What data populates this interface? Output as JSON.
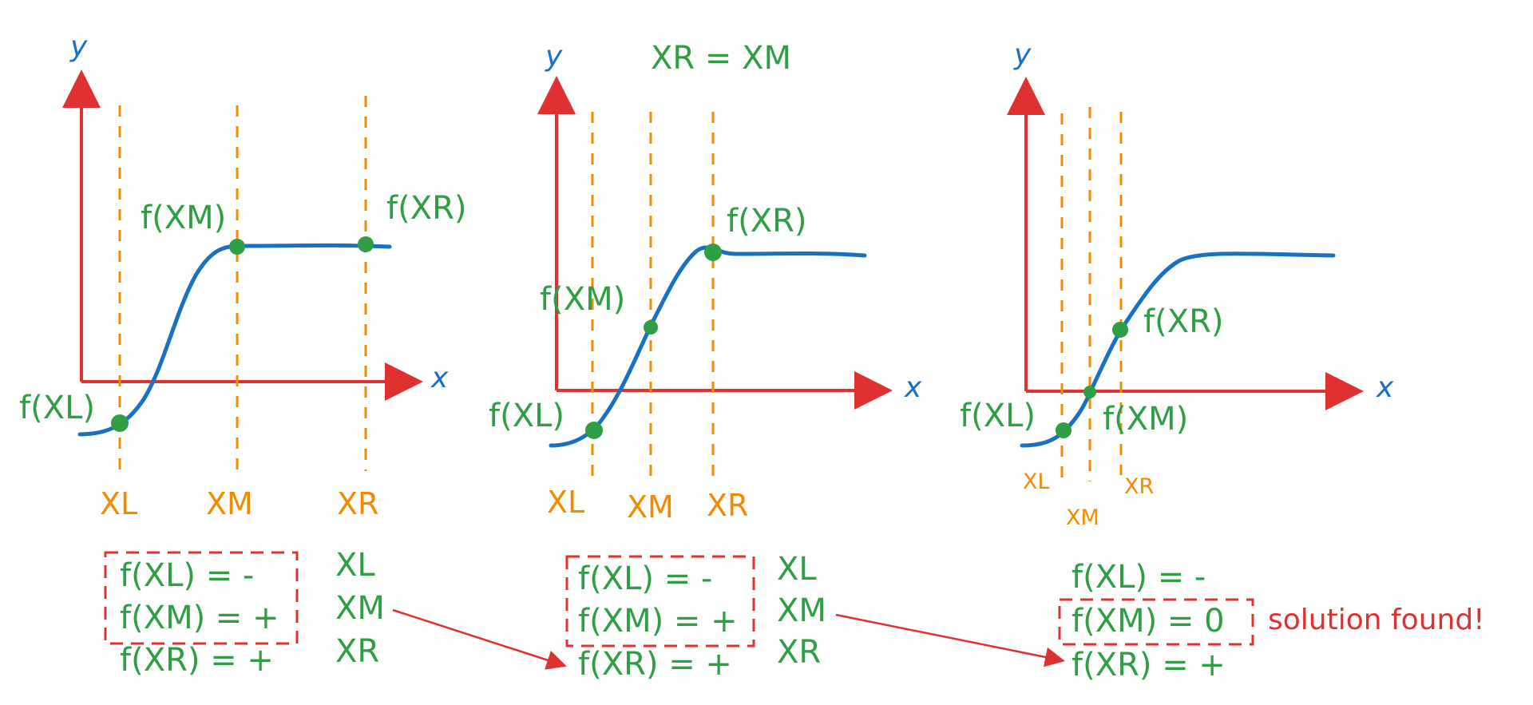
{
  "axes": {
    "y_label": "y",
    "x_label": "x"
  },
  "panel1": {
    "points": {
      "fxl": "f(XL)",
      "fxm": "f(XM)",
      "fxr": "f(XR)"
    },
    "ticks": [
      "XL",
      "XM",
      "XR"
    ],
    "table": {
      "row1": "f(XL) = -",
      "row2": "f(XM) = +",
      "row3": "f(XR) = +",
      "side1": "XL",
      "side2": "XM",
      "side3": "XR"
    }
  },
  "panel2": {
    "header": "XR = XM",
    "points": {
      "fxl": "f(XL)",
      "fxm": "f(XM)",
      "fxr": "f(XR)"
    },
    "ticks": [
      "XL",
      "XM",
      "XR"
    ],
    "table": {
      "row1": "f(XL) = -",
      "row2": "f(XM) = +",
      "row3": "f(XR) = +",
      "side1": "XL",
      "side2": "XM",
      "side3": "XR"
    }
  },
  "panel3": {
    "points": {
      "fxl": "f(XL)",
      "fxm": "f(XM)",
      "fxr": "f(XR)"
    },
    "ticks": [
      "XL",
      "XM",
      "XR"
    ],
    "table": {
      "row1": "f(XL) = -",
      "row2": "f(XM) = 0",
      "row3": "f(XR) = +"
    },
    "solution_note": "solution found!"
  },
  "colors": {
    "axis_red": "#e03131",
    "curve_blue": "#1971c2",
    "dashed_orange": "#f08c00",
    "point_green": "#2f9e44",
    "text_green": "#2f9e44"
  }
}
